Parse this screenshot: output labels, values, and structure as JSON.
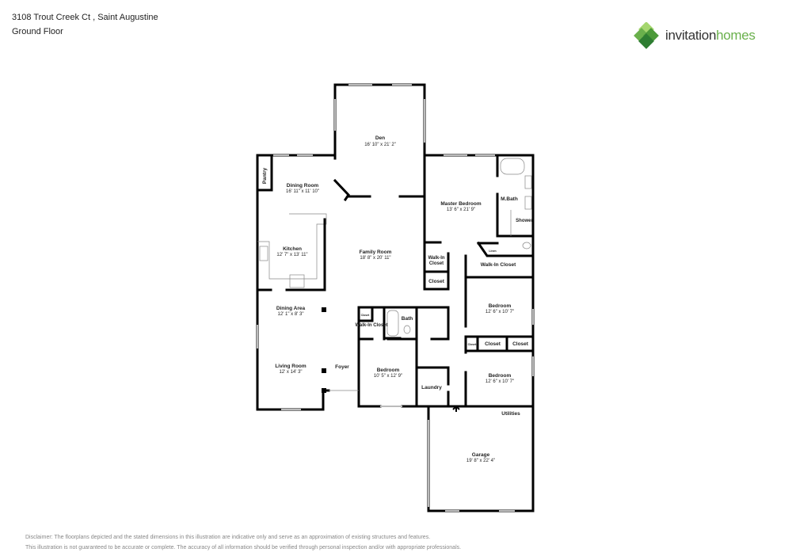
{
  "header": {
    "address": "3108 Trout Creek Ct , Saint Augustine",
    "floor": "Ground Floor"
  },
  "logo": {
    "word1": "invitation",
    "word2": "homes",
    "colors": [
      "#2e7d32",
      "#6ab04c",
      "#a5d66f"
    ]
  },
  "rooms": [
    {
      "name": "Den",
      "dims": "16' 10\" x 21' 2\""
    },
    {
      "name": "Dining Room",
      "dims": "16' 11\" x 11' 10\""
    },
    {
      "name": "Pantry",
      "dims": ""
    },
    {
      "name": "Kitchen",
      "dims": "12' 7\" x 13' 11\""
    },
    {
      "name": "Family Room",
      "dims": "18' 8\" x 20' 11\""
    },
    {
      "name": "Master Bedroom",
      "dims": "13' 6\" x 21' 9\""
    },
    {
      "name": "M.Bath",
      "dims": ""
    },
    {
      "name": "Shower",
      "dims": ""
    },
    {
      "name": "Walk-In Closet",
      "dims": ""
    },
    {
      "name": "Walk-In Closet",
      "dims": ""
    },
    {
      "name": "Closet",
      "dims": ""
    },
    {
      "name": "Linen",
      "dims": ""
    },
    {
      "name": "Dining Area",
      "dims": "12' 1\" x 8' 3\""
    },
    {
      "name": "Living Room",
      "dims": "12' x 14' 3\""
    },
    {
      "name": "Foyer",
      "dims": ""
    },
    {
      "name": "Walk-In Closet",
      "dims": ""
    },
    {
      "name": "Closet",
      "dims": ""
    },
    {
      "name": "Bath",
      "dims": ""
    },
    {
      "name": "Bedroom",
      "dims": "10' 5\" x 12' 9\""
    },
    {
      "name": "Laundry",
      "dims": ""
    },
    {
      "name": "Bedroom",
      "dims": "12' 6\" x 10' 7\""
    },
    {
      "name": "Closet",
      "dims": ""
    },
    {
      "name": "Closet",
      "dims": ""
    },
    {
      "name": "Closet",
      "dims": ""
    },
    {
      "name": "Bedroom",
      "dims": "12' 6\" x 10' 7\""
    },
    {
      "name": "Utilities",
      "dims": ""
    },
    {
      "name": "Garage",
      "dims": "19' 8\" x 22' 4\""
    }
  ],
  "disclaimer": {
    "line1": "Disclaimer: The floorplans depicted and the stated dimensions in this illustration are indicative only and serve as an approximation of existing structures and features.",
    "line2": "This illustration is not guaranteed to be accurate or complete. The accuracy of all information should be verified through personal inspection and/or with appropriate professionals."
  }
}
